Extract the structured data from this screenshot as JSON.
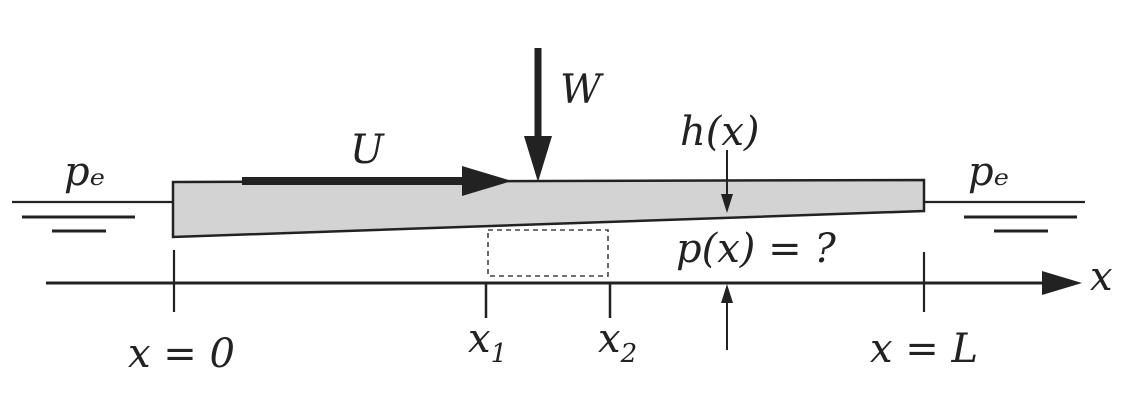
{
  "labels": {
    "pe_left": "pₑ",
    "pe_right": "pₑ",
    "velocity": "U",
    "load": "W",
    "film_thickness": "h(x)",
    "pressure_question": "p(x) = ?",
    "axis_x": "x",
    "x_zero": "x = 0",
    "x1_base": "x",
    "x1_sub": "1",
    "x2_base": "x",
    "x2_sub": "2",
    "x_L": "x = L"
  },
  "colors": {
    "ink": "#222222",
    "slider_fill": "#d3d3d3",
    "background": "#ffffff"
  },
  "icons": {
    "load_arrow": "down-arrow-icon",
    "velocity_arrow": "right-arrow-icon",
    "axis_arrow": "right-arrow-icon",
    "ground_left": "ground-symbol-icon",
    "ground_right": "ground-symbol-icon"
  }
}
